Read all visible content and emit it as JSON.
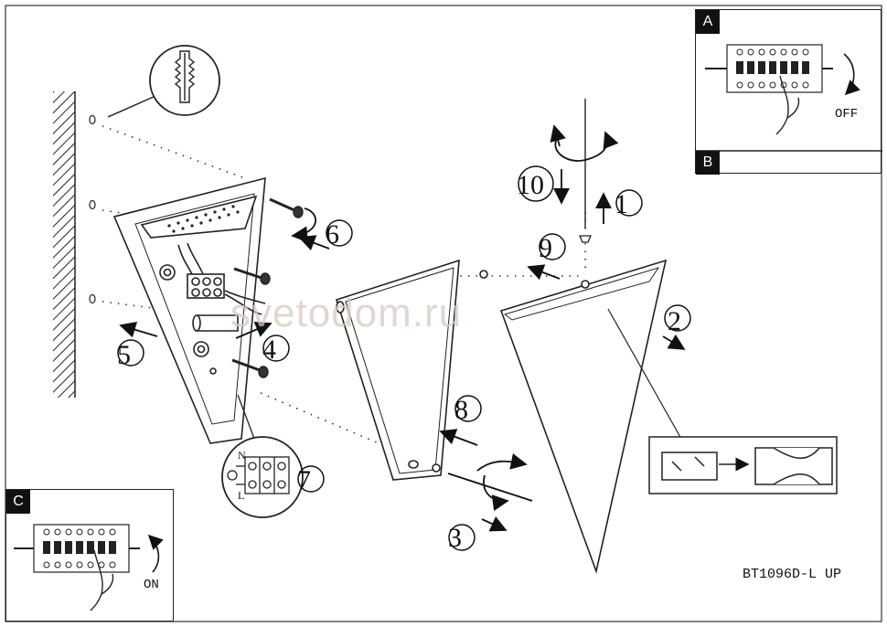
{
  "panels": {
    "a": {
      "tag": "A",
      "caption": "OFF"
    },
    "b": {
      "tag": "B"
    },
    "c": {
      "tag": "C",
      "caption": "ON"
    }
  },
  "steps": [
    "1",
    "2",
    "3",
    "4",
    "5",
    "6",
    "7",
    "8",
    "9",
    "10"
  ],
  "terminal_labels": [
    "N",
    "L"
  ],
  "watermark": "svetodom.ru",
  "model_code": "BT1096D-L UP"
}
